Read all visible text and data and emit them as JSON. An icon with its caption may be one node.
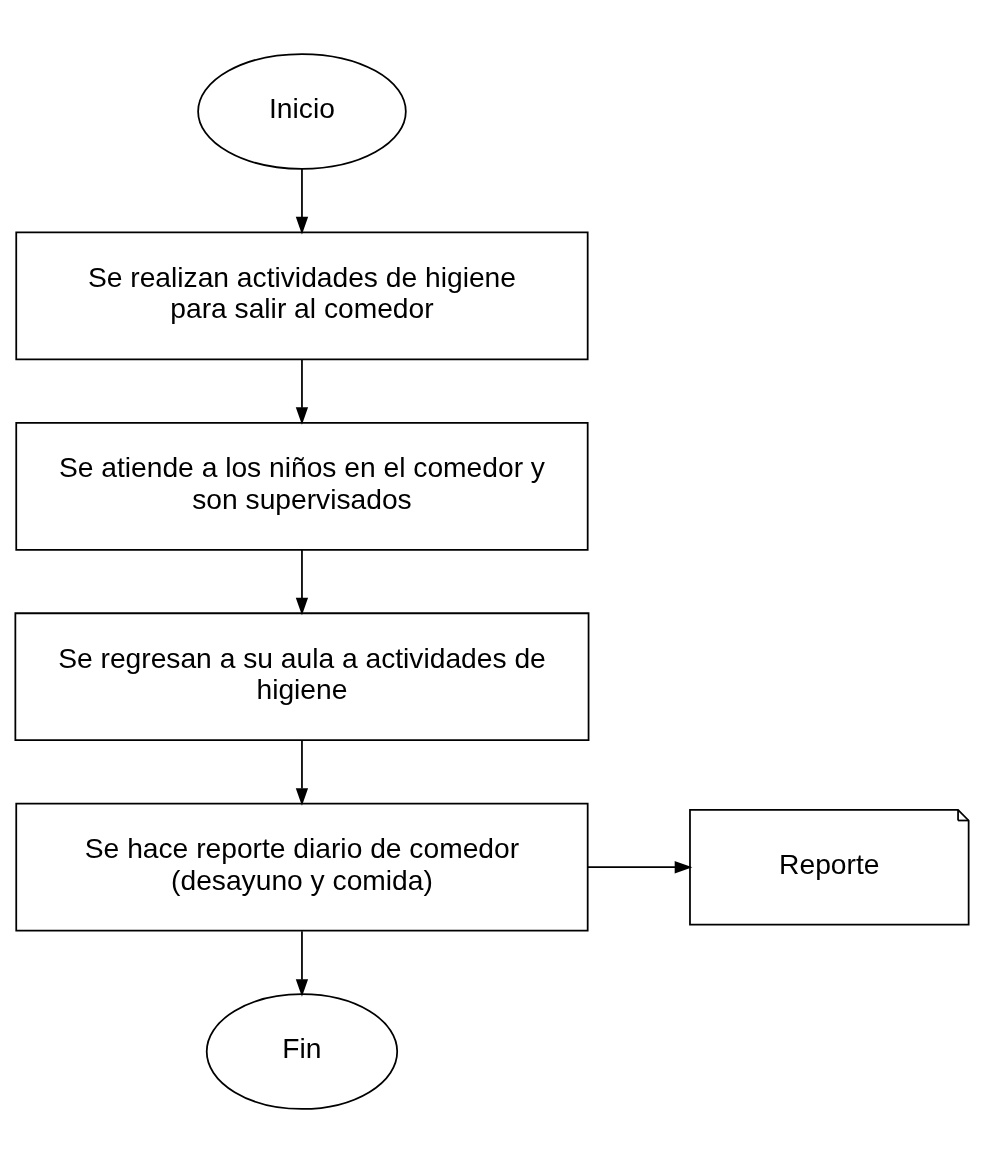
{
  "diagram": {
    "nodes": [
      {
        "text": [
          "Inicio"
        ]
      },
      {
        "text": [
          "Se realizan actividades de higiene para salir al comedor"
        ]
      },
      {
        "text": [
          "Se atiende a los niños en el comedor y son supervisados"
        ]
      },
      {
        "text": [
          "Se regresan a su aula a actividades de higiene"
        ]
      },
      {
        "text": [
          "Se hace reporte diario de comedor (desayuno y comida)"
        ]
      },
      {
        "text": [
          "Reporte"
        ]
      },
      {
        "text": [
          "Fin"
        ]
      }
    ],
    "edges": [
      {
        "from": 0,
        "to": 1,
        "arrow": "to"
      },
      {
        "from": 1,
        "to": 2,
        "arrow": "to"
      },
      {
        "from": 2,
        "to": 3,
        "arrow": "to"
      },
      {
        "from": 3,
        "to": 4,
        "arrow": "to"
      },
      {
        "from": 4,
        "to": 5,
        "arrow": "to"
      },
      {
        "from": 4,
        "to": 6,
        "arrow": "to"
      }
    ]
  }
}
